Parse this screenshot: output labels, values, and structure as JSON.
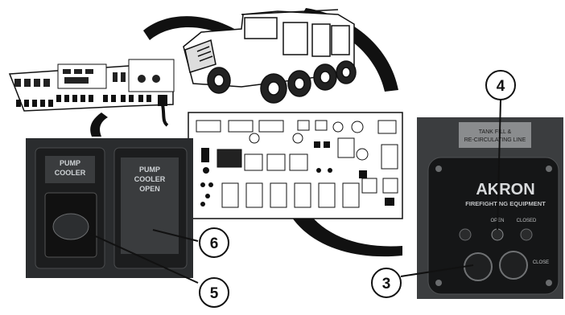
{
  "callouts": [
    "3",
    "4",
    "5",
    "6"
  ],
  "switch_photo": {
    "pump_cooler_label": [
      "PUMP",
      "COOLER"
    ],
    "pump_cooler_open_label": [
      "PUMP",
      "COOLER",
      "OPEN"
    ]
  },
  "akron_panel": {
    "placard": [
      "TANK FILL &",
      "RE-CIRCULATING LINE"
    ],
    "brand": "AKRON",
    "subtitle": "FIREFIGHTING EQUIPMENT",
    "open_label": "OPEN",
    "closed_label": "CLOSED",
    "close_label": "CLOSE"
  },
  "colors": {
    "photo_bg": "#2a2c2e",
    "akron_bg": "#3b3d3f",
    "line": "#111111"
  }
}
